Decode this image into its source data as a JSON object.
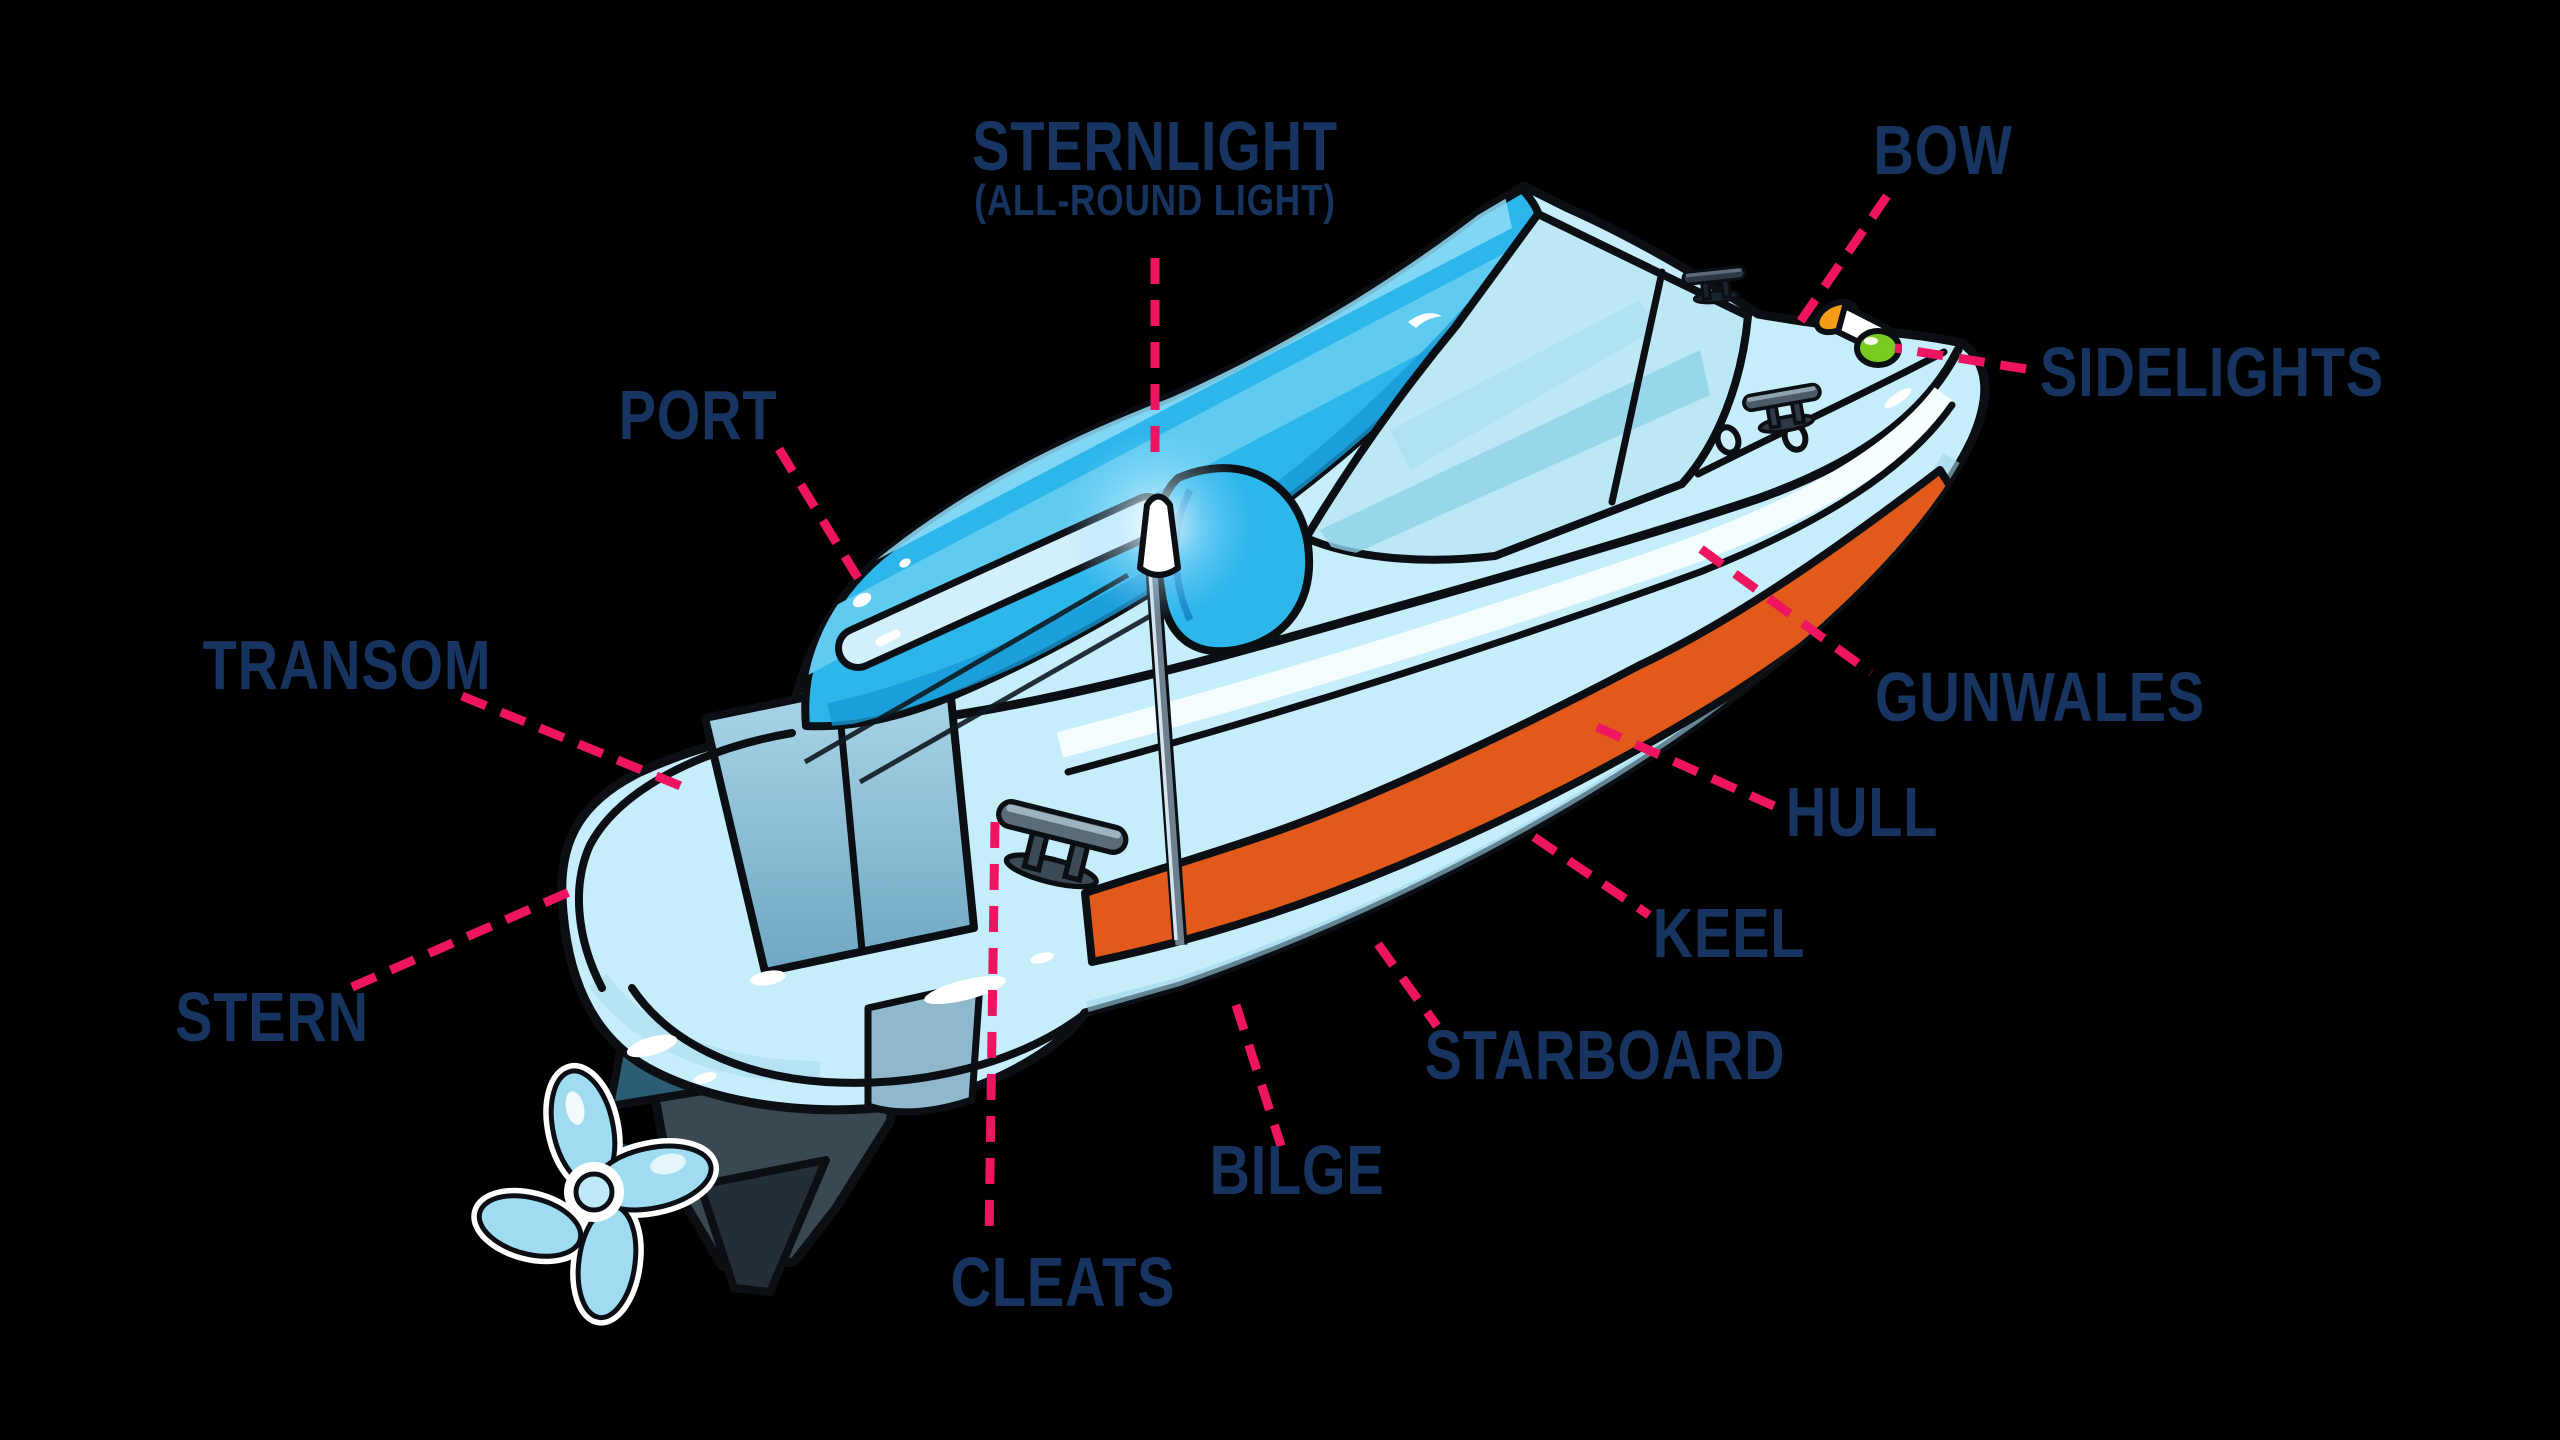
{
  "labels": {
    "sternlight": {
      "text": "STERNLIGHT",
      "subtext": "(ALL-ROUND LIGHT)"
    },
    "bow": {
      "text": "BOW"
    },
    "sidelights": {
      "text": "SIDELIGHTS"
    },
    "port": {
      "text": "PORT"
    },
    "transom": {
      "text": "TRANSOM"
    },
    "stern": {
      "text": "STERN"
    },
    "gunwales": {
      "text": "GUNWALES"
    },
    "hull": {
      "text": "HULL"
    },
    "keel": {
      "text": "KEEL"
    },
    "starboard": {
      "text": "STARBOARD"
    },
    "bilge": {
      "text": "BILGE"
    },
    "cleats": {
      "text": "CLEATS"
    }
  },
  "palette": {
    "background": "#000000",
    "label_text": "#16345f",
    "leader_pink": "#ee1460",
    "outline": "#0b0e13",
    "hull_pale": "#c6eefa",
    "hull_shade": "#9fd4e8",
    "cover_blue": "#2cb6ea",
    "cover_streak": "#5fcbf1",
    "cover_streak_light": "#8edcf7",
    "glass_blue": "#bce7f5",
    "glass_streak": "#8fd2ea",
    "white_trim": "#f4fdff",
    "stripe_orange": "#e25a1b",
    "steel_panel": "#8fb8cc",
    "outdrive_gray": "#3a4852",
    "outdrive_dark": "#242e36",
    "teal_plate": "#2c5d74",
    "prop_blue": "#9fdcf2",
    "prop_hub": "#bfe9f8",
    "light_green": "#79ca21",
    "light_amber": "#f49b17",
    "cleat_gray": "#5a6b7a"
  }
}
